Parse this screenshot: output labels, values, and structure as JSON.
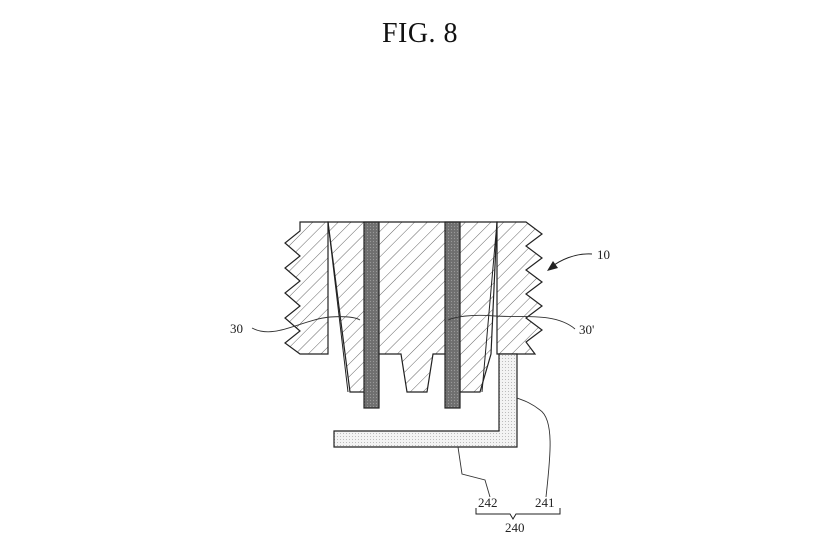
{
  "figure": {
    "title": "FIG. 8"
  },
  "labels": {
    "device": "10",
    "left_region": "30",
    "right_region": "30'",
    "connector_vertical": "241",
    "connector_horizontal": "242",
    "connector_group": "240"
  },
  "colors": {
    "line": "#222222",
    "hatch": "#555555",
    "pin_fill": "#777777",
    "connector_fill": "#eeeeee"
  }
}
